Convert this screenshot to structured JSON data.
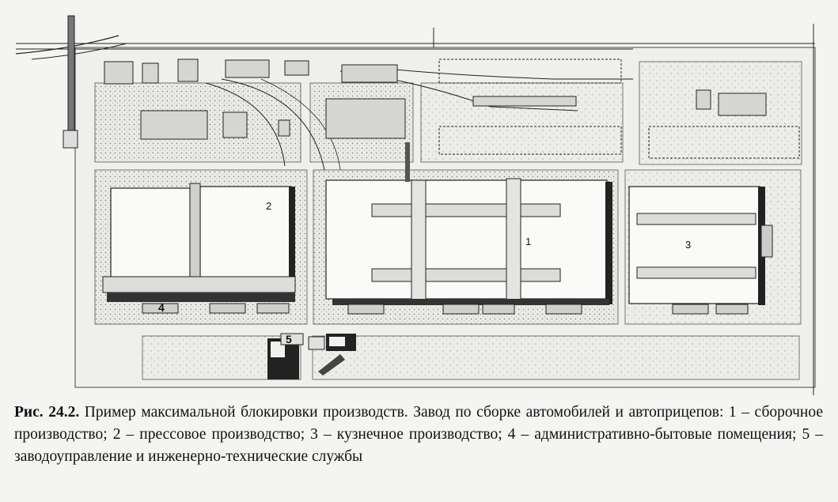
{
  "figure": {
    "labels": {
      "one": "1",
      "two": "2",
      "three": "3",
      "four": "4",
      "five": "5"
    },
    "caption": {
      "lead": "Рис. 24.2.",
      "text": "Пример максимальной блокировки производств. Завод по сборке автомобилей и автоприцепов: 1 – сборочное производство; 2 – прессовое производство; 3 – кузнечное производство; 4 – административно-бытовые помещения; 5 – заводоуправление и инженерно-технические службы"
    }
  }
}
